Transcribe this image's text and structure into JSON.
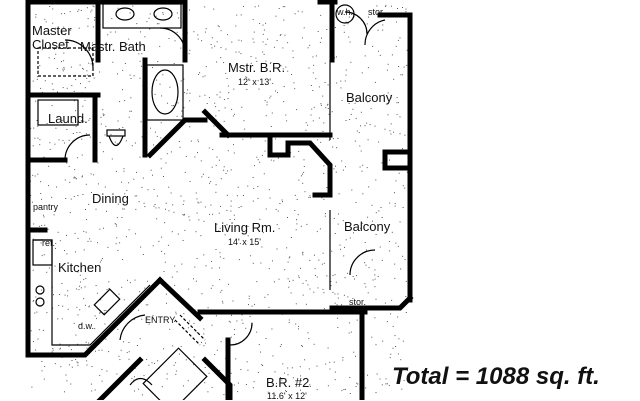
{
  "rooms": {
    "master_closet": "Master\nCloset",
    "master_bath": "Mastr. Bath",
    "master_br": "Mstr. B.R.",
    "master_br_dim": "12' x 13'",
    "laundry": "Laund.",
    "dining": "Dining",
    "pantry": "pantry",
    "living": "Living Rm.",
    "living_dim": "14' x 15'",
    "kitchen": "Kitchen",
    "refrigerator": "ref.",
    "dishwasher": "d.w.",
    "entry": "ENTRY",
    "balcony_upper": "Balcony",
    "balcony_lower": "Balcony",
    "water_heater": "w.h.",
    "storage_upper": "stor.",
    "storage_lower": "stor.",
    "bedroom2": "B.R. #2",
    "bedroom2_dim": "11.6' x 12'"
  },
  "total_area": "Total = 1088 sq. ft."
}
